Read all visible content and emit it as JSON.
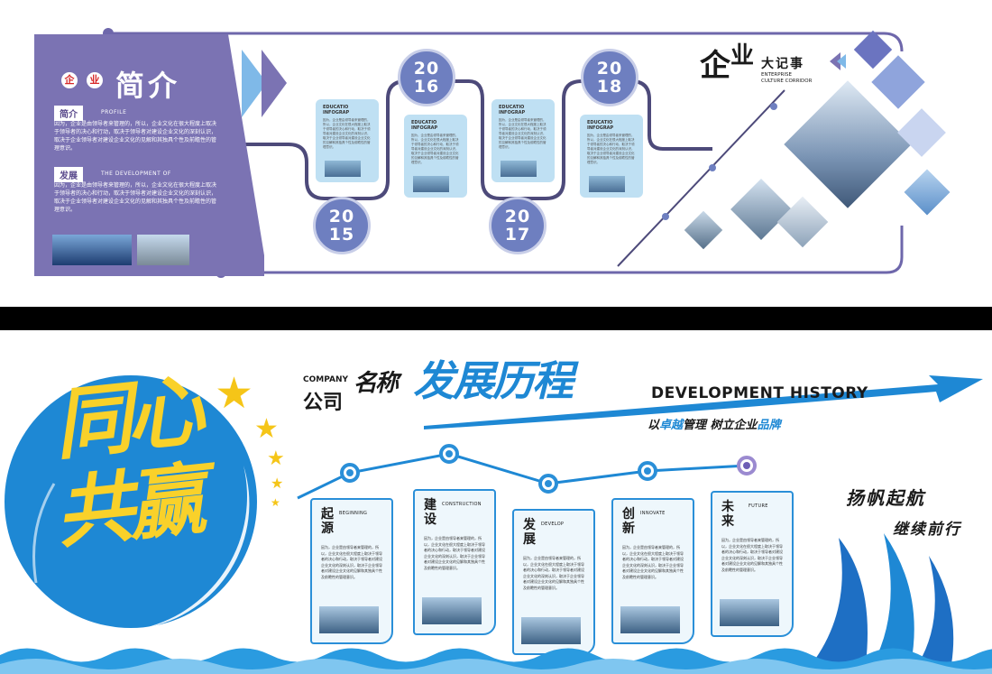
{
  "top": {
    "intro": {
      "badge_1": "企",
      "badge_2": "业",
      "title": "简介",
      "profile_label": "简介",
      "profile_en": "PROFILE",
      "profile_text": "因为，企业是由领导者来管理的，所以，企业文化在很大程度上取决于领导者的决心和行动，取决于领导者对建设企业文化的深刻认识，取决于企业领导者对建设企业文化的见解和其独具个性及前瞻性的管理意识。",
      "develop_label": "发展",
      "develop_en": "THE DEVELOPMENT OF",
      "develop_text": "因为，企业是由领导者来管理的，所以，企业文化在很大程度上取决于领导者的决心和行动，取决于领导者对建设企业文化的深刻认识，取决于企业领导者对建设企业文化的见解和其独具个性及前瞻性的管理意识。"
    },
    "years": [
      {
        "top": "20",
        "bottom": "15"
      },
      {
        "top": "20",
        "bottom": "16"
      },
      {
        "top": "20",
        "bottom": "17"
      },
      {
        "top": "20",
        "bottom": "18"
      }
    ],
    "card_title_1": "EDUCATIO",
    "card_title_2": "INFOGRAP",
    "card_text": "因为，企业是由领导者来管理的，所以，企业文化在很大程度上取决于领导者的决心和行动，取决于领导者对建设企业文化的深刻认识，取决于企业领导者对建设企业文化的见解和其独具个性及前瞻性的管理意识。",
    "heading": {
      "big_1": "企",
      "big_2": "业",
      "small": "大记事",
      "en_1": "ENTERPRISE",
      "en_2": "CULTURE CORRIDOR"
    }
  },
  "bottom": {
    "slogan_1": "同心",
    "slogan_2": "共赢",
    "company_en": "COMPANY",
    "company_cn_1": "公司",
    "company_cn_2": "名称",
    "title_cn": "发展历程",
    "title_en": "DEVELOPMENT HISTORY",
    "subtitle_1": "以",
    "subtitle_2": "卓越",
    "subtitle_3": "管理  树立企业",
    "subtitle_4": "品牌",
    "stages": [
      {
        "c1": "起",
        "c2": "源",
        "en": "BEGINNING"
      },
      {
        "c1": "建",
        "c2": "设",
        "en": "CONSTRUCTION"
      },
      {
        "c1": "发",
        "c2": "展",
        "en": "DEVELOP"
      },
      {
        "c1": "创",
        "c2": "新",
        "en": "INNOVATE"
      },
      {
        "c1": "未",
        "c2": "来",
        "en": "FUTURE"
      }
    ],
    "stage_text": "因为，企业是由领导者来管理的，所以，企业文化在很大程度上取决于领导者的决心和行动，取决于领导者对建设企业文化的深刻认识，取决于企业领导者对建设企业文化的见解和其独具个性及前瞻性的管理意识。",
    "sail_1": "扬帆起航",
    "sail_2": "继续前行"
  },
  "colors": {
    "purple": "#7b73b3",
    "year_blue": "#6e7fc0",
    "card_blue": "#bfe0f3",
    "blue": "#2a8fd8",
    "yellow": "#f5c518",
    "dark_navy": "#3a3d6e"
  }
}
